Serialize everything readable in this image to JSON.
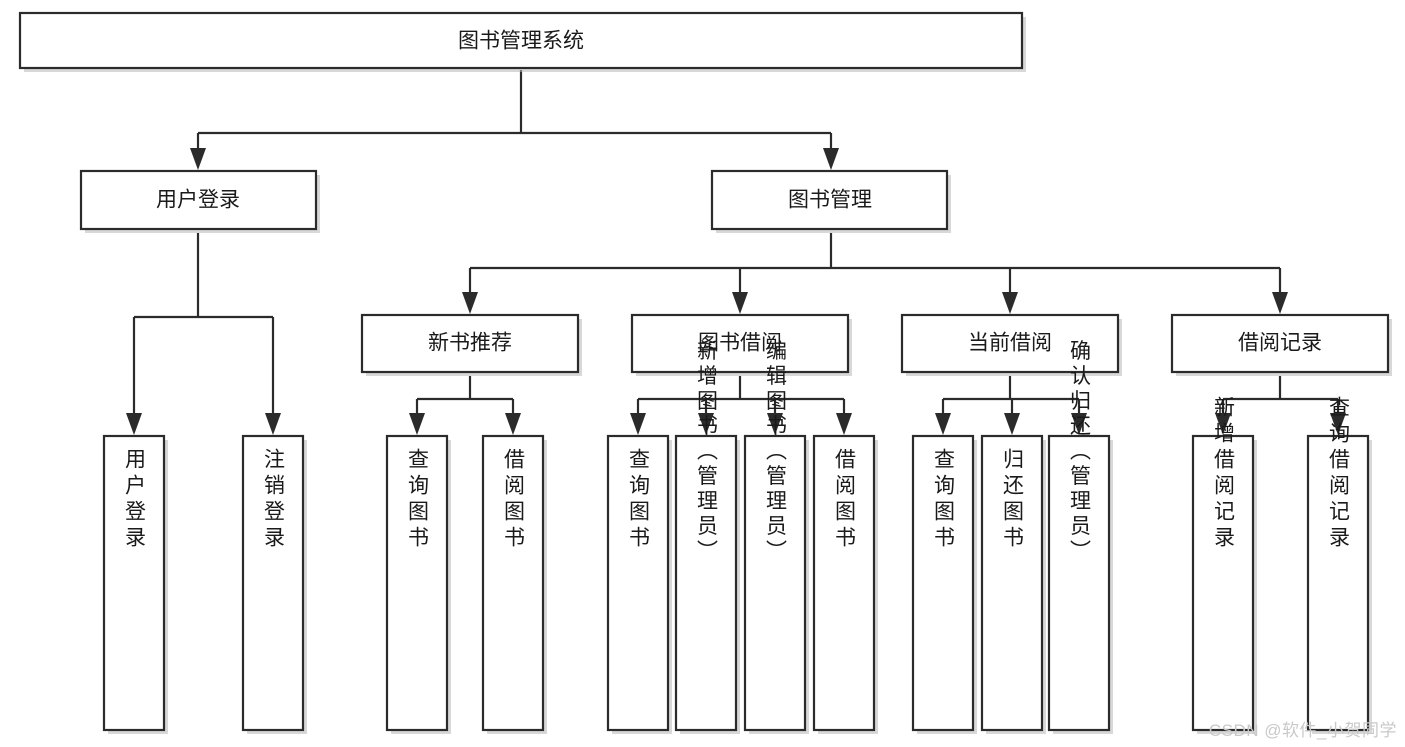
{
  "diagram": {
    "type": "tree-hierarchy",
    "title": "图书管理系统",
    "watermark": "CSDN @软件_小贺同学",
    "colors": {
      "stroke": "#2b2b2b",
      "fill": "#ffffff",
      "text": "#1a1a1a",
      "watermark": "#c9c9c9",
      "shadow": "#b8b8b8"
    },
    "levels": {
      "root": {
        "label": "图书管理系统"
      },
      "level2": [
        {
          "label": "用户登录"
        },
        {
          "label": "图书管理"
        }
      ],
      "level3": [
        {
          "label": "新书推荐"
        },
        {
          "label": "图书借阅"
        },
        {
          "label": "当前借阅"
        },
        {
          "label": "借阅记录"
        }
      ],
      "leaves": [
        {
          "label": "用户登录",
          "parent": "用户登录"
        },
        {
          "label": "注销登录",
          "parent": "用户登录"
        },
        {
          "label": "查询图书",
          "parent": "新书推荐"
        },
        {
          "label": "借阅图书",
          "parent": "新书推荐"
        },
        {
          "label": "查询图书",
          "parent": "图书借阅"
        },
        {
          "label": "新增图书（管理员）",
          "parent": "图书借阅"
        },
        {
          "label": "编辑图书（管理员）",
          "parent": "图书借阅"
        },
        {
          "label": "借阅图书",
          "parent": "图书借阅"
        },
        {
          "label": "查询图书",
          "parent": "当前借阅"
        },
        {
          "label": "归还图书",
          "parent": "当前借阅"
        },
        {
          "label": "确认归还（管理员）",
          "parent": "当前借阅"
        },
        {
          "label": "新增借阅记录",
          "parent": "借阅记录"
        },
        {
          "label": "查询借阅记录",
          "parent": "借阅记录"
        }
      ]
    }
  }
}
